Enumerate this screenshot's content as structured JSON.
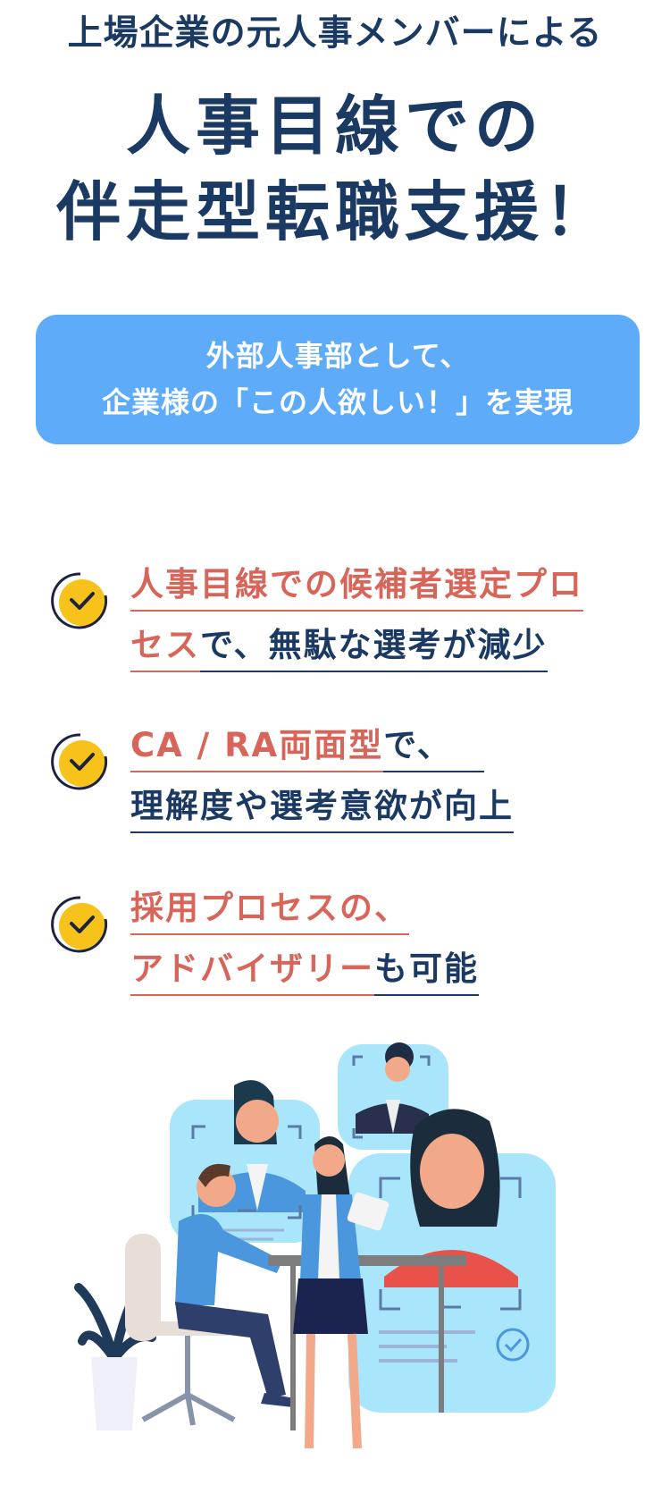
{
  "header": {
    "subtitle": "上場企業の元人事メンバーによる",
    "headline_line1": "人事目線での",
    "headline_line2": "伴走型転職支援！"
  },
  "banner": {
    "line1": "外部人事部として、",
    "line2": "企業様の「この人欲しい！」を実現"
  },
  "features": [
    {
      "icon": "check-circle-icon",
      "line1_red": "人事目線での候補者選定プロ",
      "line2_red": "セス",
      "line2_navy": "で、無駄な選考が減少"
    },
    {
      "icon": "check-circle-icon",
      "line1_red": "CA / RA両面型",
      "line1_navy": "で、",
      "line2_navy": "理解度や選考意欲が向上"
    },
    {
      "icon": "check-circle-icon",
      "line1_red": "採用プロセスの、",
      "line2_red": "アドバイザリー",
      "line2_navy": "も可能"
    }
  ],
  "colors": {
    "navy": "#1b3a63",
    "accent_red": "#d8655a",
    "banner_blue": "#5eabf9",
    "check_yellow": "#f7c31a",
    "card_cyan": "#a9e6fb"
  }
}
